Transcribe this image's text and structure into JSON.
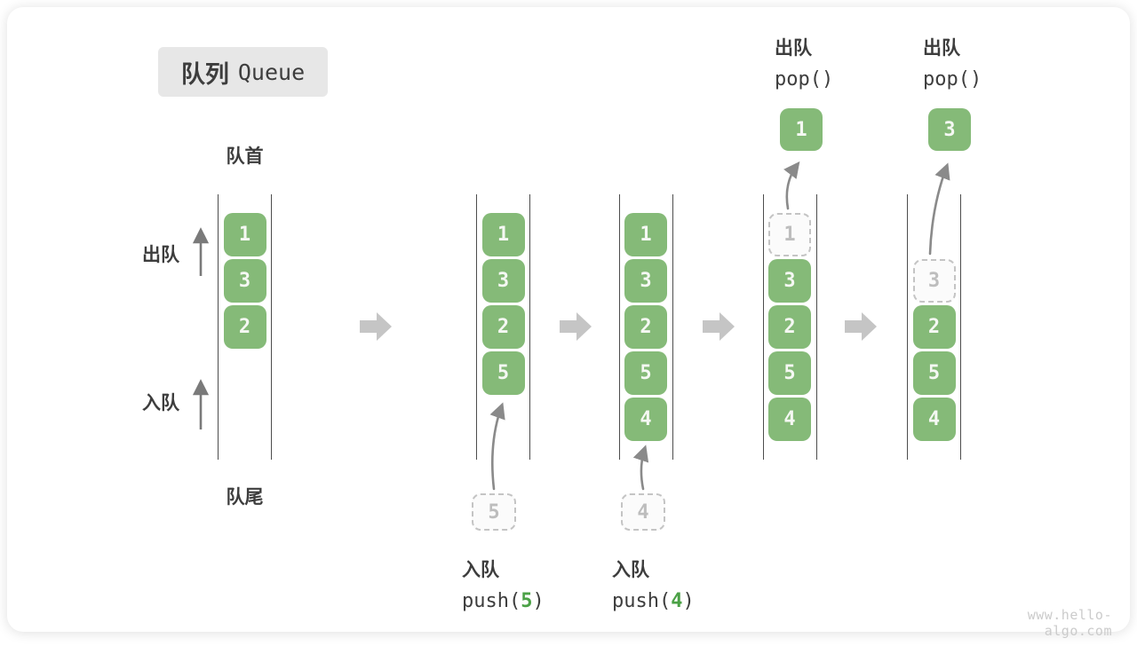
{
  "title": {
    "zh": "队列",
    "en": "Queue"
  },
  "labels": {
    "head": "队首",
    "tail": "队尾",
    "dequeue_side": "出队",
    "enqueue_side": "入队"
  },
  "queues": [
    {
      "slots": [
        {
          "value": "1",
          "style": "filled"
        },
        {
          "value": "3",
          "style": "filled"
        },
        {
          "value": "2",
          "style": "filled"
        }
      ]
    },
    {
      "slots": [
        {
          "value": "1",
          "style": "filled"
        },
        {
          "value": "3",
          "style": "filled"
        },
        {
          "value": "2",
          "style": "filled"
        },
        {
          "value": "5",
          "style": "filled"
        }
      ]
    },
    {
      "slots": [
        {
          "value": "1",
          "style": "filled"
        },
        {
          "value": "3",
          "style": "filled"
        },
        {
          "value": "2",
          "style": "filled"
        },
        {
          "value": "5",
          "style": "filled"
        },
        {
          "value": "4",
          "style": "filled"
        }
      ]
    },
    {
      "slots": [
        {
          "value": "1",
          "style": "ghost"
        },
        {
          "value": "3",
          "style": "filled"
        },
        {
          "value": "2",
          "style": "filled"
        },
        {
          "value": "5",
          "style": "filled"
        },
        {
          "value": "4",
          "style": "filled"
        }
      ]
    },
    {
      "slots": [
        {
          "value": "",
          "style": "empty"
        },
        {
          "value": "3",
          "style": "ghost"
        },
        {
          "value": "2",
          "style": "filled"
        },
        {
          "value": "5",
          "style": "filled"
        },
        {
          "value": "4",
          "style": "filled"
        }
      ]
    }
  ],
  "annotations": {
    "enqueue5": {
      "action": "入队",
      "code_pre": "push(",
      "arg": "5",
      "code_post": ")",
      "ghost_value": "5"
    },
    "enqueue4": {
      "action": "入队",
      "code_pre": "push(",
      "arg": "4",
      "code_post": ")",
      "ghost_value": "4"
    },
    "dequeue1": {
      "action": "出队",
      "code": "pop()",
      "popped_value": "1"
    },
    "dequeue3": {
      "action": "出队",
      "code": "pop()",
      "popped_value": "3"
    }
  },
  "watermark": "www.hello-algo.com",
  "colors": {
    "box_green": "#85ba78",
    "box_text": "#f5f8f3",
    "accent_green": "#4ba146",
    "ghost_gray": "#c4c4c4",
    "wall_gray": "#4d4d4d",
    "thin_arrow_gray": "#8a8a8a",
    "block_arrow_gray": "#c5c5c5",
    "title_bg": "#e7e7e7",
    "text_dark": "#3d3d3d",
    "watermark_gray": "#cbcbcb"
  }
}
